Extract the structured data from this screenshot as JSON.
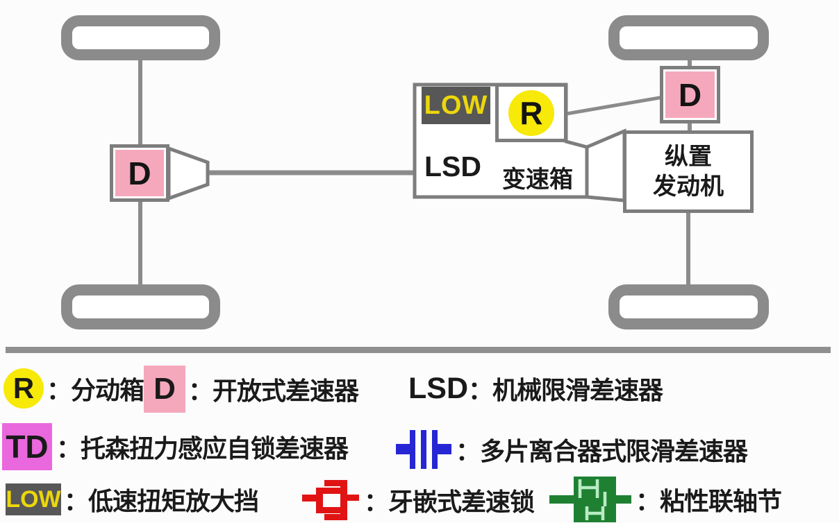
{
  "diagram": {
    "front_differential": "D",
    "rear_differential": "D",
    "low_range_badge": "LOW",
    "transfer_case": "R",
    "lsd_label": "LSD",
    "gearbox_label": "变速箱",
    "engine_label_line1": "纵置",
    "engine_label_line2": "发动机"
  },
  "legend": {
    "row1": [
      {
        "symbol": "R",
        "symbol_type": "yellow-circle",
        "desc": "：分动箱"
      },
      {
        "symbol": "D",
        "symbol_type": "pink-square",
        "desc": "：开放式差速器"
      },
      {
        "symbol": "LSD",
        "symbol_type": "bold-text",
        "desc": "：机械限滑差速器"
      }
    ],
    "row2": [
      {
        "symbol": "TD",
        "symbol_type": "magenta-square",
        "desc": "：托森扭力感应自锁差速器"
      },
      {
        "symbol": "clutch-pack-icon",
        "symbol_type": "blue-icon",
        "desc": "：多片离合器式限滑差速器"
      }
    ],
    "row3": [
      {
        "symbol": "LOW",
        "symbol_type": "dark-badge",
        "desc": "：低速扭矩放大挡"
      },
      {
        "symbol": "dog-clutch-icon",
        "symbol_type": "red-icon",
        "desc": "：牙嵌式差速锁"
      },
      {
        "symbol": "viscous-coupling-icon",
        "symbol_type": "green-icon",
        "desc": "：粘性联轴节"
      }
    ]
  },
  "colors": {
    "line_gray": "#8b8b8b",
    "border_gray": "#7d7d7d",
    "pink": "#f5a8bc",
    "yellow": "#f7e908",
    "dark_badge": "#575757",
    "badge_yellow_text": "#ecd70b",
    "magenta": "#ea68dd",
    "blue": "#2626d4",
    "red": "#e11414",
    "green": "#1f8032",
    "pattern_green": "#b9ecc4"
  }
}
